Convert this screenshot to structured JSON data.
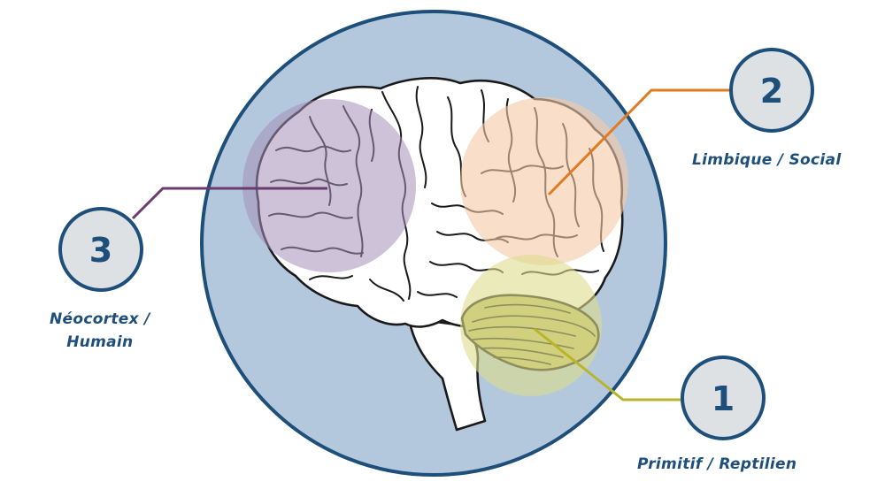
{
  "regions": [
    {
      "id": "reptilian",
      "number": "1",
      "label_lines": [
        "Primitif / Reptilien"
      ],
      "color": "#b9b52a"
    },
    {
      "id": "limbic",
      "number": "2",
      "label_lines": [
        "Limbique / Social"
      ],
      "color": "#e07b22"
    },
    {
      "id": "neocortex",
      "number": "3",
      "label_lines": [
        "Néocortex /",
        "Humain"
      ],
      "color": "#6b3a6e"
    }
  ],
  "colors": {
    "disc_fill": "#b4c8dd",
    "disc_ring": "#1d4f7a",
    "marker_fill": "#dde1e4",
    "neocortex_zone": "#a490b6",
    "limbic_zone": "#f5caa6",
    "reptilian_zone": "#dcdc8c",
    "cerebellum": "#bfbf6a",
    "brain_outline": "#1a1a1a"
  }
}
